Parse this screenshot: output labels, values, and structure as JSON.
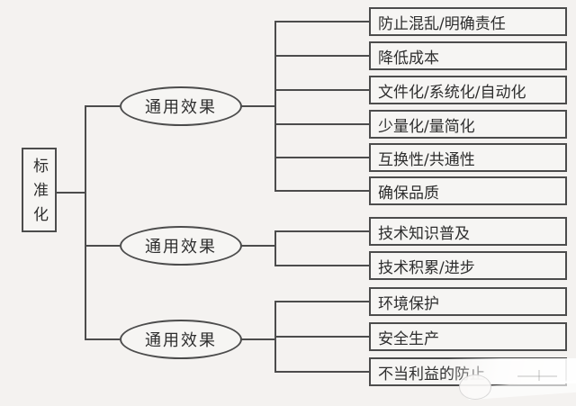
{
  "colors": {
    "background": "#f4f2f0",
    "box_bg": "#f6f5f3",
    "line": "#4c4c4c",
    "text": "#2e2e2e"
  },
  "root": {
    "label": "标准化"
  },
  "groups": [
    {
      "label": "通用效果",
      "items": [
        "防止混乱/明确责任",
        "降低成本",
        "文件化/系统化/自动化",
        "少量化/量简化",
        "互换性/共通性",
        "确保品质"
      ]
    },
    {
      "label": "通用效果",
      "items": [
        "技术知识普及",
        "技术积累/进步"
      ]
    },
    {
      "label": "通用效果",
      "items": [
        "环境保护",
        "安全生产",
        "不当利益的防止"
      ]
    }
  ]
}
